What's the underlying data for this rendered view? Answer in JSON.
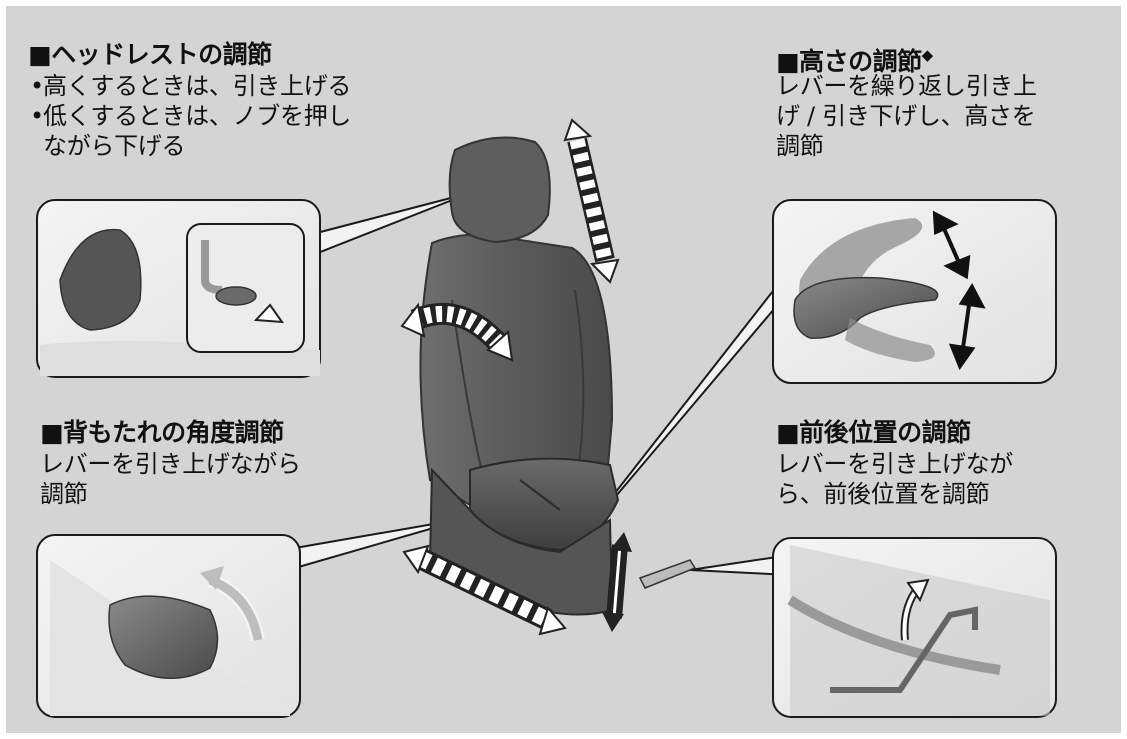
{
  "colors": {
    "background": "#d4d4d4",
    "callout_box": "#ffffff",
    "seat_dark": "#5a5a5a",
    "seat_light": "#8a8a8a",
    "arrow_stroke": "#222222"
  },
  "headrest": {
    "title": "ヘッドレストの調節",
    "raise": "高くするときは、引き上げる",
    "lower_line1": "低くするときは、ノブを押し",
    "lower_line2": "ながら下げる"
  },
  "height": {
    "title": "高さの調節",
    "mark": "◆",
    "line1": "レバーを繰り返し引き上",
    "line2": "げ / 引き下げし、高さを",
    "line3": "調節"
  },
  "recline": {
    "title": "背もたれの角度調節",
    "line1": "レバーを引き上げながら",
    "line2": "調節"
  },
  "slide": {
    "title": "前後位置の調節",
    "line1": "レバーを引き上げなが",
    "line2": "ら、前後位置を調節"
  },
  "icons": {
    "height_arrows": "double-arrow-icon",
    "lift_arrow": "curved-up-arrow-icon",
    "push_arrow": "press-arrow-icon"
  }
}
